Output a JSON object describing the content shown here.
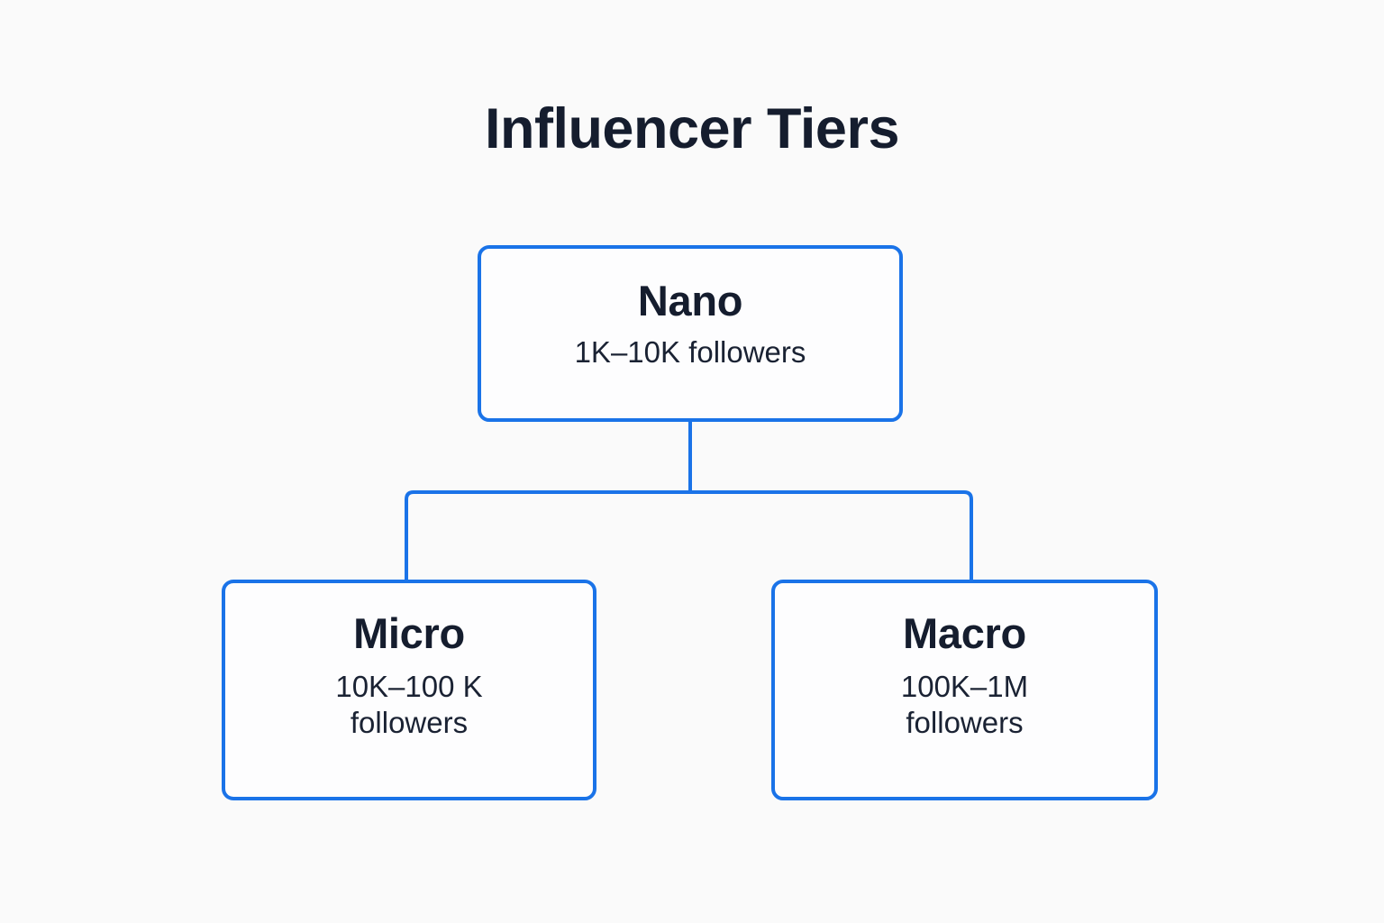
{
  "diagram": {
    "title": "Influencer Tiers",
    "type": "tree",
    "background_color": "#FAFAFA",
    "accent_color": "#1A73E8",
    "text_color": "#151D2E",
    "nodes": [
      {
        "id": "nano",
        "label": "Nano",
        "detail": "1K–10K followers",
        "level": 0
      },
      {
        "id": "micro",
        "label": "Micro",
        "detail": "10K–100 K followers",
        "level": 1
      },
      {
        "id": "macro",
        "label": "Macro",
        "detail": "100K–1M followers",
        "level": 1
      }
    ],
    "edges": [
      {
        "from": "nano",
        "to": "micro"
      },
      {
        "from": "nano",
        "to": "macro"
      }
    ]
  }
}
